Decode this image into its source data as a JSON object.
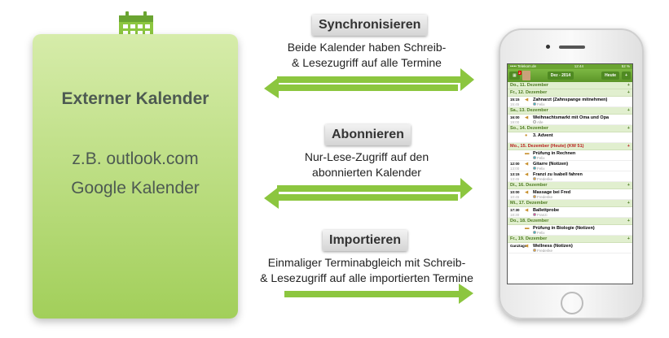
{
  "external": {
    "title": "Externer Kalender",
    "line1": "z.B. outlook.com",
    "line2": "Google Kalender"
  },
  "sections": [
    {
      "label": "Synchronisieren",
      "desc1": "Beide Kalender haben Schreib-",
      "desc2": "& Lesezugriff auf alle Termine"
    },
    {
      "label": "Abonnieren",
      "desc1": "Nur-Lese-Zugriff auf den",
      "desc2": "abonnierten Kalender"
    },
    {
      "label": "Importieren",
      "desc1": "Einmaliger Terminabgleich mit Schreib-",
      "desc2": "& Lesezugriff auf alle importierten Termine"
    }
  ],
  "colors": {
    "green": "#8cc63f",
    "accent": "#6aa431"
  },
  "phone": {
    "carrier": "••••• Telekom.de",
    "time": "12:44",
    "battery": "52 %",
    "badge": "2",
    "month": "Dez - 2014",
    "today_btn": "Heute",
    "add_btn": "+",
    "days": [
      {
        "label": "Do., 11. Dezember",
        "events": []
      },
      {
        "label": "Fr., 12. Dezember",
        "events": [
          {
            "start": "15:15",
            "end": "15:45",
            "title": "Zahnarzt (Zahnspange mitnehmen)",
            "who": "Felix",
            "color": "#2bb8c8"
          }
        ]
      },
      {
        "label": "Sa., 13. Dezember",
        "events": [
          {
            "start": "16:00",
            "end": "19:00",
            "title": "Weihnachtsmarkt mit Oma und Opa",
            "who": "Alle",
            "color": "#fff"
          }
        ]
      },
      {
        "label": "So., 14. Dezember",
        "events": [
          {
            "start": "",
            "end": "",
            "title": "3. Advent",
            "who": "",
            "color": ""
          }
        ]
      },
      {
        "label": "Mo., 15. Dezember (Heute) (KW 51)",
        "today": true,
        "events": [
          {
            "start": "",
            "end": "",
            "title": "Prüfung in Rechnen",
            "who": "Felix",
            "color": "#2bb8c8"
          },
          {
            "start": "12:00",
            "end": "13:00",
            "title": "Gitarre (Notizen)",
            "who": "Felix",
            "color": "#2bb8c8"
          },
          {
            "start": "13:15",
            "end": "13:45",
            "title": "Franzi zu Isabell fahren",
            "who": "Frederike",
            "color": "#f0a020"
          }
        ]
      },
      {
        "label": "Di., 16. Dezember",
        "events": [
          {
            "start": "10:00",
            "end": "10:45",
            "title": "Massage bei Fred",
            "who": "Frederike",
            "color": "#f0a020"
          }
        ]
      },
      {
        "label": "Mi., 17. Dezember",
        "events": [
          {
            "start": "17:30",
            "end": "18:30",
            "title": "Ballettprobe",
            "who": "Franzi",
            "color": "#e040a0"
          }
        ]
      },
      {
        "label": "Do., 18. Dezember",
        "events": [
          {
            "start": "",
            "end": "",
            "title": "Prüfung in Biologie (Notizen)",
            "who": "Felix",
            "color": "#2bb8c8"
          }
        ]
      },
      {
        "label": "Fr., 19. Dezember",
        "events": [
          {
            "start": "Ganztags",
            "end": "",
            "title": "Wellness (Notizen)",
            "who": "Frederike",
            "color": "#f0a020"
          }
        ]
      }
    ]
  }
}
